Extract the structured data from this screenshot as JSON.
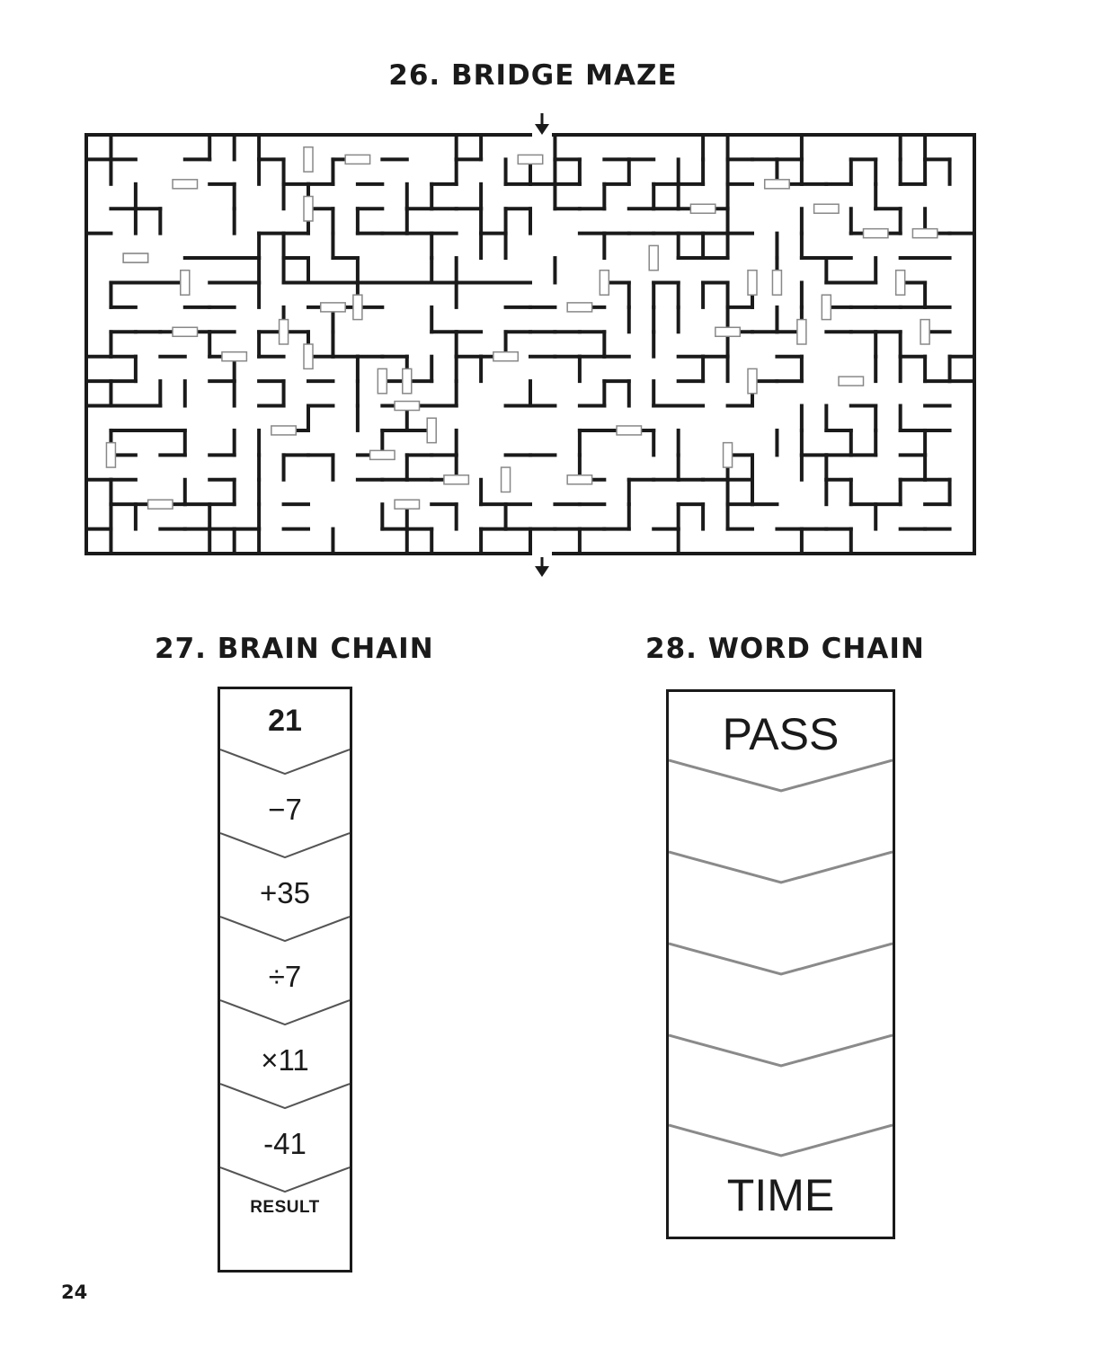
{
  "puzzles": {
    "maze": {
      "title": "26. BRIDGE MAZE"
    },
    "brain_chain": {
      "title": "27. BRAIN CHAIN",
      "start": "21",
      "steps": [
        "−7",
        "+35",
        "÷7",
        "×11",
        "-41"
      ],
      "result_label": "RESULT"
    },
    "word_chain": {
      "title": "28. WORD CHAIN",
      "start_word": "PASS",
      "end_word": "TIME"
    }
  },
  "page": {
    "number": "24"
  },
  "colors": {
    "ink": "#1a1a1a",
    "bridge": "#888888",
    "chevron_gray": "#8a8a8a"
  }
}
